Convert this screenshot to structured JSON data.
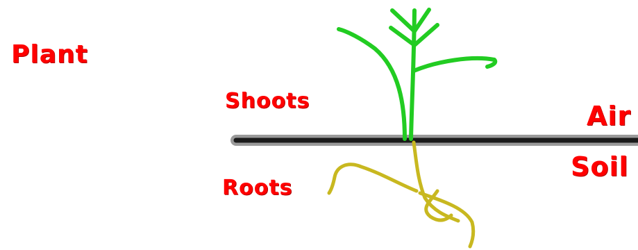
{
  "labels": {
    "plant": "Plant",
    "shoots": "Shoots",
    "roots": "Roots",
    "air": "Air",
    "soil": "Soil"
  },
  "colors": {
    "label_text": "#ff0000",
    "shoot": "#22cc22",
    "root": "#c8b820",
    "ground_line": "#1a1a1a"
  }
}
